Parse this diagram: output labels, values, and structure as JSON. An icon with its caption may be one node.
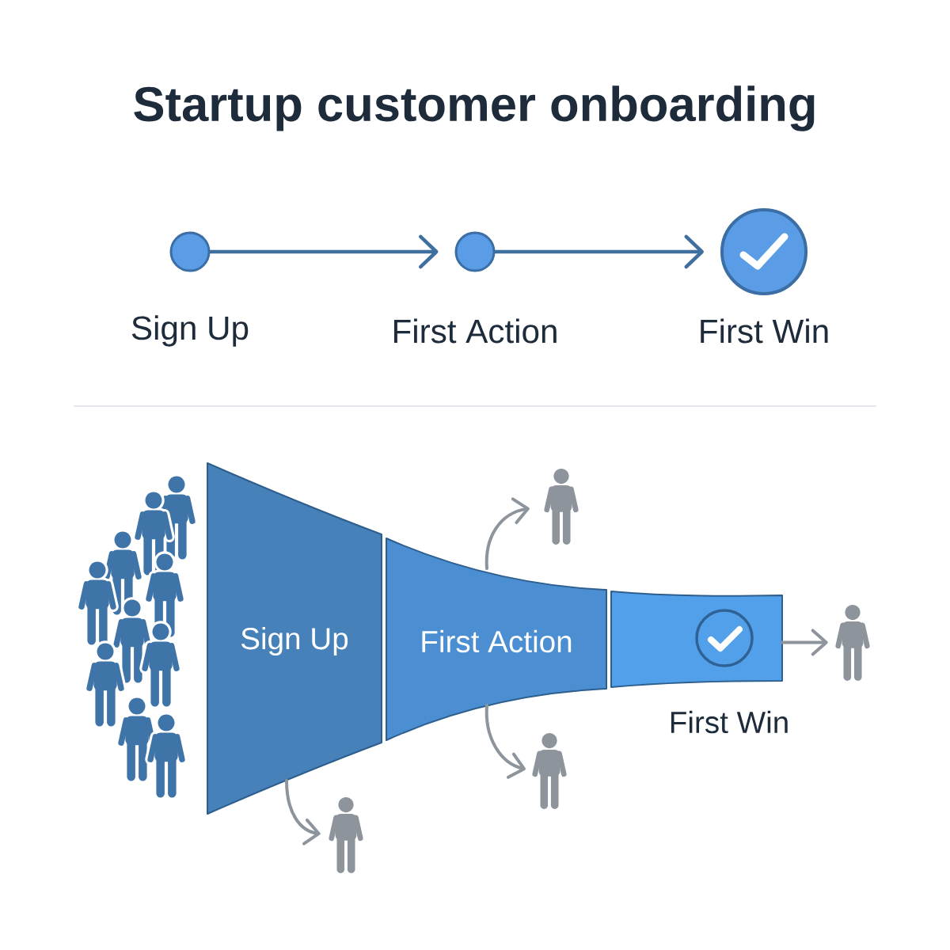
{
  "diagram": {
    "title": "Startup customer onboarding",
    "nodes": [
      {
        "text": [],
        "shape": "circle",
        "beside": [
          "Sign Up"
        ]
      },
      {
        "text": [],
        "shape": "circle",
        "beside": [
          "First Action"
        ]
      },
      {
        "text": [],
        "shape": "circle",
        "beside": [
          "First Win"
        ]
      },
      {
        "text": [
          "Sign Up"
        ]
      },
      {
        "text": [
          "First Action"
        ]
      },
      {
        "text": [
          "First Win"
        ]
      },
      {
        "text": [],
        "shape": "person"
      },
      {
        "text": [],
        "shape": "person"
      },
      {
        "text": [],
        "shape": "person"
      },
      {
        "text": [],
        "shape": "person"
      }
    ],
    "edges": [
      {
        "from": 0,
        "to": 1,
        "arrow": "to",
        "color": "#3f6f9f"
      },
      {
        "from": 1,
        "to": 2,
        "arrow": "to",
        "color": "#3f6f9f"
      },
      {
        "from": 3,
        "to": 6,
        "arrow": "to"
      },
      {
        "from": 4,
        "to": 7,
        "arrow": "to"
      },
      {
        "from": 4,
        "to": 8,
        "arrow": "to"
      },
      {
        "from": 5,
        "to": 9,
        "arrow": "to"
      }
    ]
  }
}
